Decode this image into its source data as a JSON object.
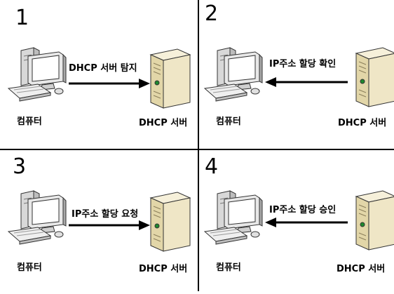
{
  "panels": [
    {
      "number": "1",
      "arrow_label": "DHCP 서버 탐지",
      "computer_label": "컴퓨터",
      "server_label": "DHCP 서버",
      "direction": "to-server"
    },
    {
      "number": "2",
      "arrow_label": "IP주소 할당 확인",
      "computer_label": "컴퓨터",
      "server_label": "DHCP 서버",
      "direction": "to-computer"
    },
    {
      "number": "3",
      "arrow_label": "IP주소 할당 요청",
      "computer_label": "컴퓨터",
      "server_label": "DHCP 서버",
      "direction": "to-server"
    },
    {
      "number": "4",
      "arrow_label": "IP주소 할당 승인",
      "computer_label": "컴퓨터",
      "server_label": "DHCP 서버",
      "direction": "to-computer"
    }
  ],
  "icons": {
    "computer": "computer-icon",
    "server": "server-icon",
    "arrow": "arrow-icon"
  },
  "colors": {
    "line": "#000000",
    "server_body": "#efe6c6",
    "monitor": "#e8e8e8"
  }
}
